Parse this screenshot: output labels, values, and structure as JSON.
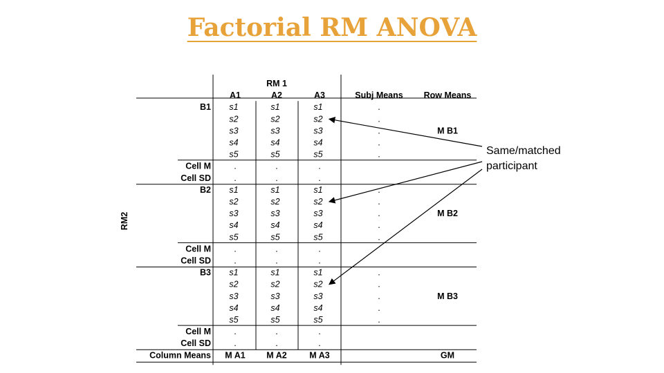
{
  "title": "Factorial RM ANOVA",
  "table": {
    "rm1_label": "RM 1",
    "rm2_label": "RM2",
    "columns": [
      "A1",
      "A2",
      "A3"
    ],
    "subj_means_label": "Subj Means",
    "row_means_label": "Row Means",
    "subjects": [
      "s1",
      "s2",
      "s3",
      "s4",
      "s5"
    ],
    "dot": ".",
    "cell_m_label": "Cell M",
    "cell_sd_label": "Cell SD",
    "blocks": [
      {
        "label": "B1",
        "row_mean": "M B1"
      },
      {
        "label": "B2",
        "row_mean": "M B2"
      },
      {
        "label": "B3",
        "row_mean": "M B3"
      }
    ],
    "column_means_label": "Column Means",
    "column_means": [
      "M A1",
      "M A2",
      "M A3"
    ],
    "grand_mean": "GM"
  },
  "callout": {
    "line1": "Same/matched",
    "line2": "participant"
  },
  "colors": {
    "title": "#e8a23a",
    "text": "#000000"
  }
}
